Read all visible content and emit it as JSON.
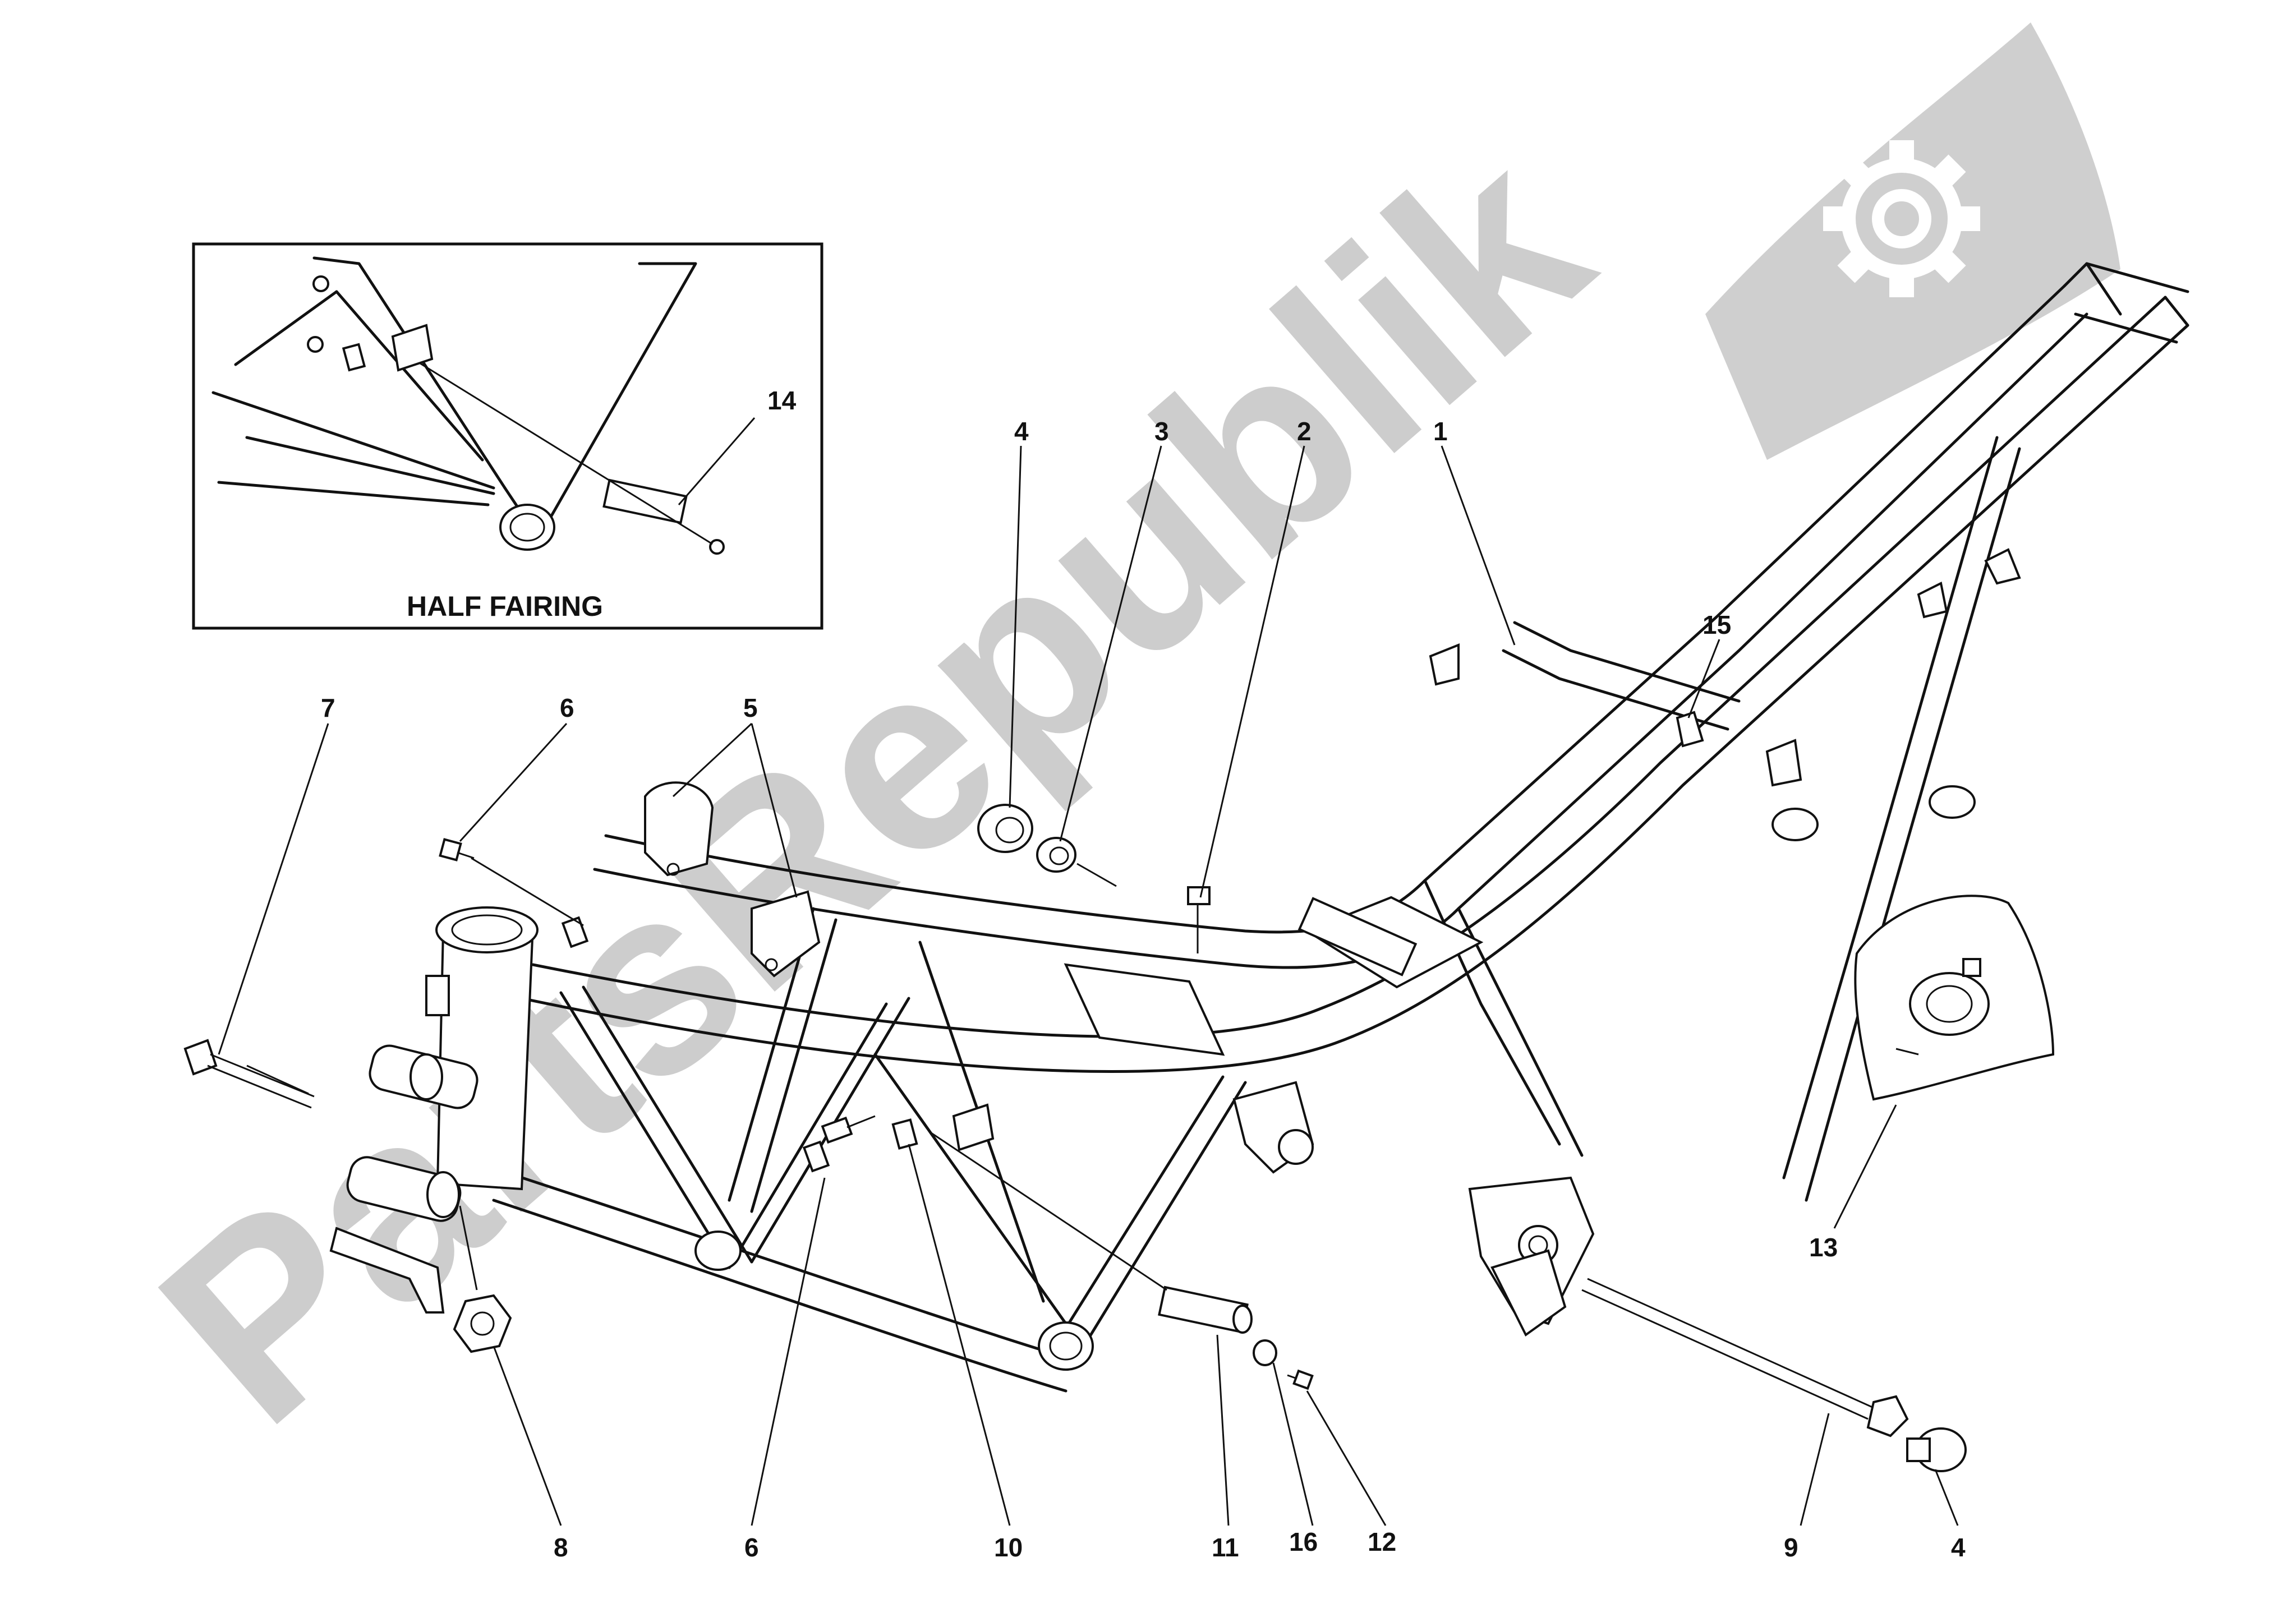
{
  "inset": {
    "title": "HALF FAIRING"
  },
  "callouts": {
    "c1": "1",
    "c2": "2",
    "c3": "3",
    "c4_top": "4",
    "c4_bottom": "4",
    "c5": "5",
    "c6_top": "6",
    "c6_bottom": "6",
    "c7": "7",
    "c8": "8",
    "c9": "9",
    "c10": "10",
    "c11": "11",
    "c12": "12",
    "c13": "13",
    "c14": "14",
    "c15": "15",
    "c16": "16"
  },
  "watermark": {
    "text": "PartsRepublik",
    "color": "#c8c8c8",
    "logo": "gear-icon"
  },
  "colors": {
    "ink": "#111111",
    "paper": "#ffffff",
    "watermark": "#c8c8c8"
  }
}
